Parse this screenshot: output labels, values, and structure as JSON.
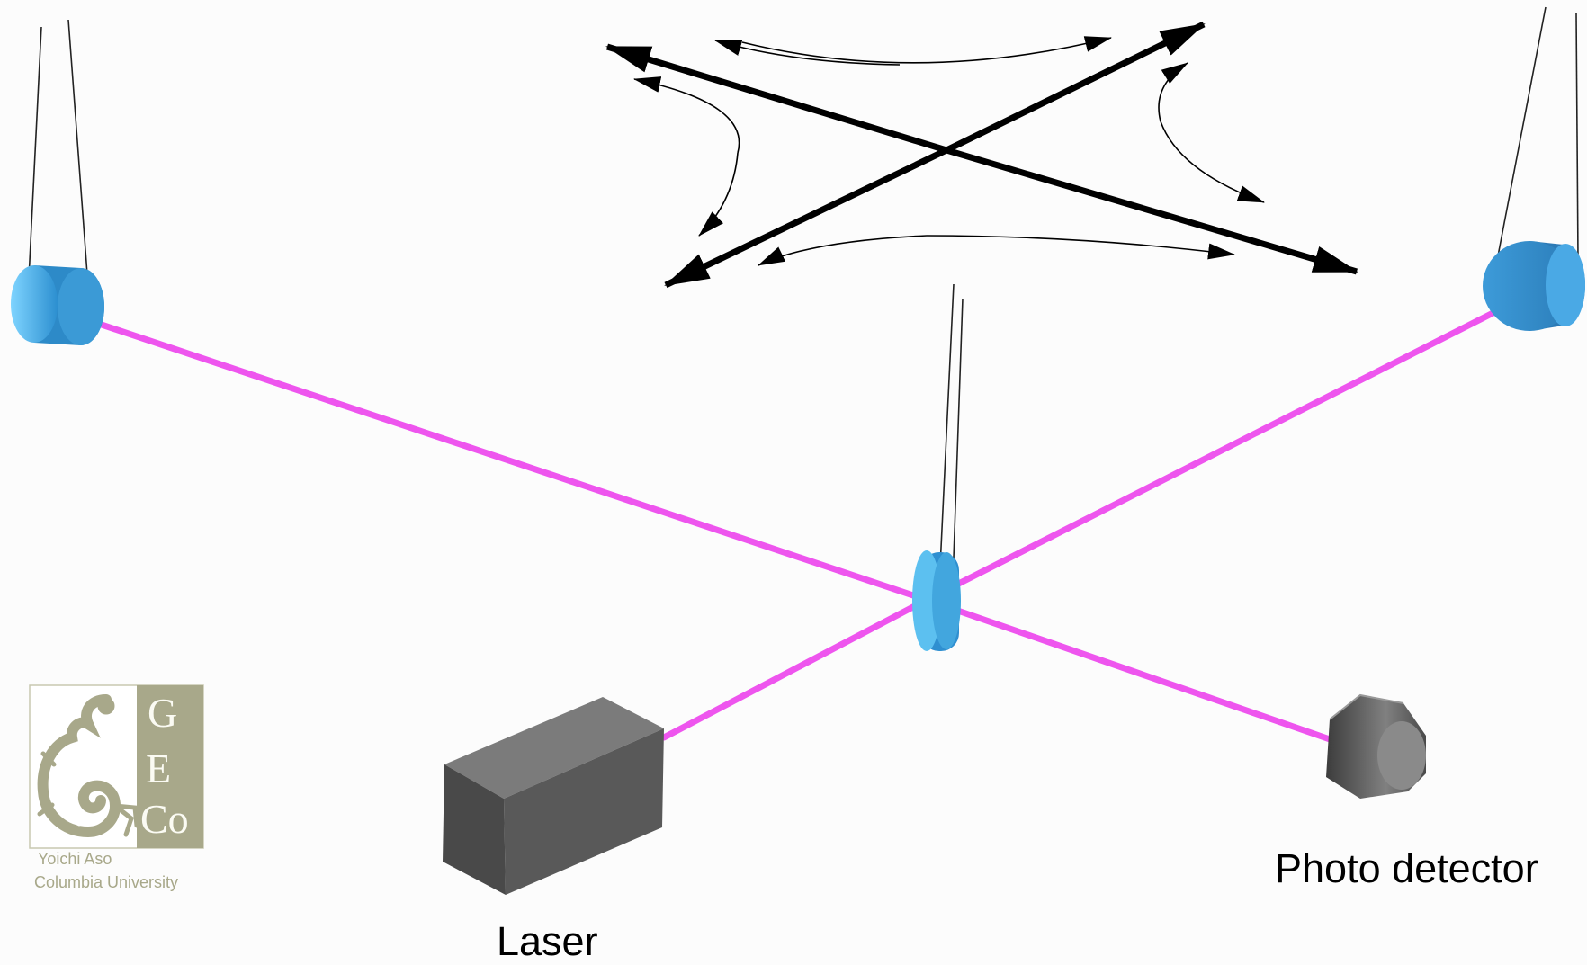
{
  "labels": {
    "laser": "Laser",
    "photo_detector": "Photo detector"
  },
  "logo": {
    "letters": [
      "G",
      "E",
      "Co"
    ],
    "author": "Yoichi Aso",
    "institution": "Columbia University",
    "color": "#a8a88a",
    "icon": "gecko-icon"
  },
  "colors": {
    "laser_beam": "#ee55ee",
    "mirror": "#4ab0e8",
    "laser_box": "#595959",
    "detector": "#5a5a5a",
    "arrows": "#000000"
  }
}
